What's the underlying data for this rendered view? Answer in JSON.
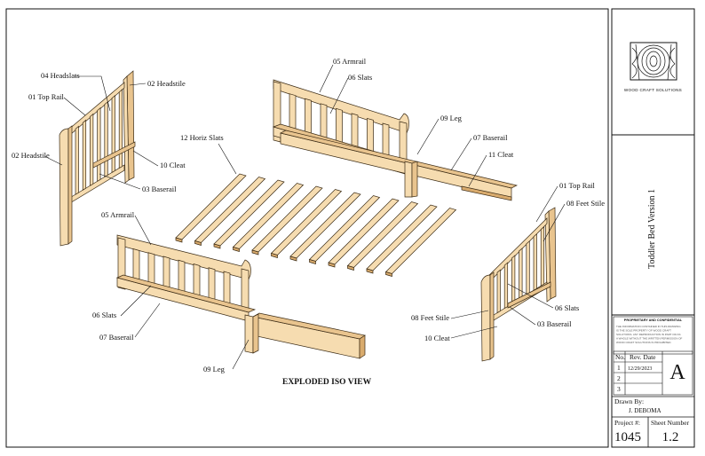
{
  "view_title": "EXPLODED ISO VIEW",
  "title_block": {
    "company": "WOOD CRAFT SOLUTIONS",
    "drawing_title": "Toddler Bed Version 1",
    "proprietary_heading": "PROPRIETARY AND CONFIDENTIAL",
    "proprietary_text": [
      "THE INFORMATION CONTAINED IN THIS DRAWING",
      "IS THE SOLE PROPERTY OF WOOD CRAFT",
      "SOLUTIONS. ANY REPRODUCTION IN PART OR AS",
      "A WHOLE WITHOUT THE WRITTEN PERMISSION OF",
      "WOOD CRAFT SOLUTIONS IS PROHIBITED."
    ],
    "rev_headers": {
      "no": "No.",
      "date": "Rev. Date"
    },
    "revisions": [
      {
        "no": "1",
        "date": "12/29/2023"
      },
      {
        "no": "2",
        "date": ""
      },
      {
        "no": "3",
        "date": ""
      }
    ],
    "rev_letter": "A",
    "drawn_by_label": "Drawn By:",
    "drawn_by": "J. DEBOMA",
    "project_label": "Project #:",
    "project": "1045",
    "sheet_label": "Sheet Number",
    "sheet": "1.2"
  },
  "callouts": {
    "hb_headslats": "04 Headslats",
    "hb_toprail": "01 Top Rail",
    "hb_headstile_top": "02 Headstile",
    "hb_headstile_left": "02 Headstile",
    "hb_cleat": "10 Cleat",
    "hb_baserail": "03 Baserail",
    "ba_armrail": "05 Armrail",
    "ba_slats": "06 Slats",
    "ba_leg": "09 Leg",
    "ba_baserail": "07 Baserail",
    "ba_cleat": "11 Cleat",
    "horiz_slats": "12 Horiz Slats",
    "fa_armrail": "05 Armrail",
    "fa_slats": "06 Slats",
    "fa_baserail": "07 Baserail",
    "fa_leg": "09 Leg",
    "fb_toprail": "01 Top Rail",
    "fb_feetstile_r": "08 Feet Stile",
    "fb_slats": "06 Slats",
    "fb_feetstile_l": "08 Feet Stile",
    "fb_baserail": "03 Baserail",
    "fb_cleat": "10 Cleat"
  },
  "colors": {
    "wood_light": "#f6dcb0",
    "wood_mid": "#e9c48e",
    "wood_dark": "#d9ab6d",
    "line": "#3a2a14"
  }
}
